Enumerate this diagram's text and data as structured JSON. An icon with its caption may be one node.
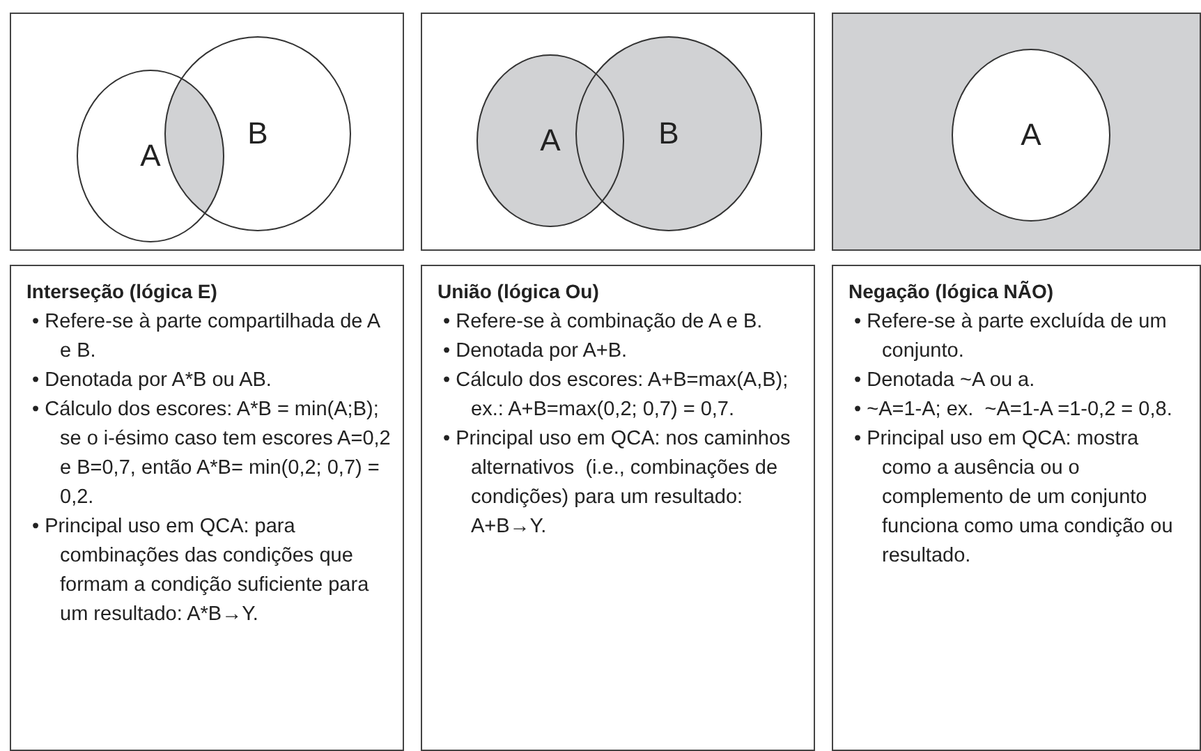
{
  "diagram": {
    "nodes": [
      {
        "text": [],
        "shape": "box"
      },
      {
        "text": [
          "A"
        ],
        "in": 0
      },
      {
        "text": [
          "B"
        ],
        "in": 0
      },
      {
        "text": [],
        "shape": "box"
      },
      {
        "text": [
          "A"
        ],
        "in": 3
      },
      {
        "text": [
          "B"
        ],
        "in": 3
      },
      {
        "text": [],
        "shape": "box"
      },
      {
        "text": [
          "A"
        ],
        "in": 6
      },
      {
        "text": [
          "Interseção (lógica E)",
          "• Refere-se à parte compartilhada de A e B.",
          "• Denotada por A*B ou AB.",
          "• Cálculo dos escores: A*B = min(A;B); se o i-ésimo caso tem escores A=0,2 e B=0,7, então A*B= min(0,2; 0,7) = 0,2.",
          "• Principal uso em QCA: para combinações das condições que formam a condição suficiente para um resultado: A*B→Y."
        ]
      },
      {
        "text": [
          "União (lógica Ou)",
          "• Refere-se à combinação de A e B.",
          "• Denotada por A+B.",
          "• Cálculo dos escores: A+B=max(A,B); ex.: A+B=max(0,2; 0,7) = 0,7.",
          "• Principal uso em QCA: nos caminhos alternativos  (i.e., combinações de condições) para um resultado: A+B→Y."
        ]
      },
      {
        "text": [
          "Negação (lógica NÃO)",
          "• Refere-se à parte excluída de um conjunto.",
          "• Denotada ~A ou a.",
          "• ~A=1-A; ex.  ~A=1-A =1-0,2 = 0,8.",
          "• Principal uso em QCA: mostra como a ausência ou o complemento de um conjunto funciona como uma condição ou resultado."
        ]
      }
    ],
    "edges": []
  }
}
